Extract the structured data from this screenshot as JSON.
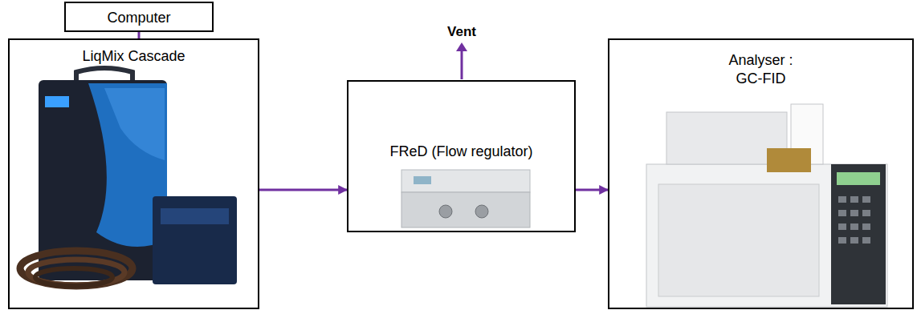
{
  "diagram": {
    "nodes": [
      {
        "text": [
          "Computer"
        ]
      },
      {
        "text": [
          "LiqMix Cascade"
        ]
      },
      {
        "text": [
          "FReD (Flow regulator)"
        ]
      },
      {
        "text": [
          "Analyser : GC-FID"
        ]
      }
    ],
    "edges": [
      {
        "from": 0,
        "to": 1,
        "arrow": "none"
      },
      {
        "from": 1,
        "to": 2,
        "arrow": "to"
      },
      {
        "from": 2,
        "to": 3,
        "arrow": "to"
      }
    ],
    "labels": [
      "Vent"
    ]
  }
}
